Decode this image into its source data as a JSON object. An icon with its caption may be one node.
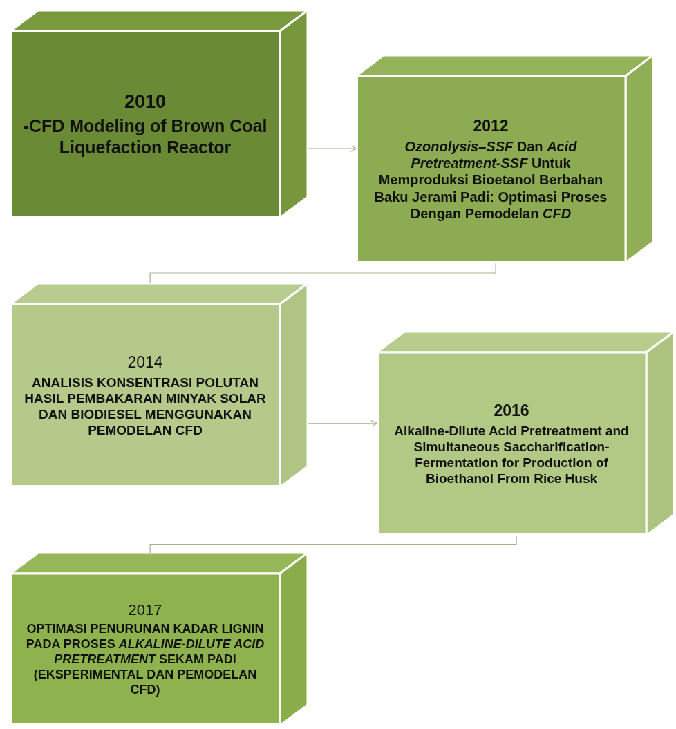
{
  "diagram": {
    "nodes": [
      {
        "text": [
          "2010",
          "-CFD Modeling of Brown Coal Liquefaction Reactor"
        ]
      },
      {
        "text": [
          "2012",
          "*Ozonolysis–SSF* Dan *Acid Pretreatment-SSF* Untuk Memproduksi Bioetanol Berbahan Baku Jerami Padi: Optimasi Proses Dengan Pemodelan *CFD*"
        ]
      },
      {
        "text": [
          "2014",
          "ANALISIS KONSENTRASI POLUTAN HASIL PEMBAKARAN MINYAK SOLAR DAN BIODIESEL MENGGUNAKAN PEMODELAN CFD"
        ]
      },
      {
        "text": [
          "2016",
          "Alkaline-Dilute Acid Pretreatment and Simultaneous Saccharification-Fermentation for Production of Bioethanol From Rice Husk"
        ]
      },
      {
        "text": [
          "2017",
          "OPTIMASI PENURUNAN KADAR LIGNIN PADA PROSES *ALKALINE-DILUTE ACID PRETREATMENT* SEKAM PADI (EKSPERIMENTAL DAN PEMODELAN CFD)"
        ]
      }
    ],
    "edges": [
      {
        "from": 0,
        "to": 1,
        "arrow": "to"
      },
      {
        "from": 1,
        "to": 2,
        "arrow": "none"
      },
      {
        "from": 2,
        "to": 3,
        "arrow": "to"
      },
      {
        "from": 3,
        "to": 4,
        "arrow": "none"
      }
    ]
  }
}
